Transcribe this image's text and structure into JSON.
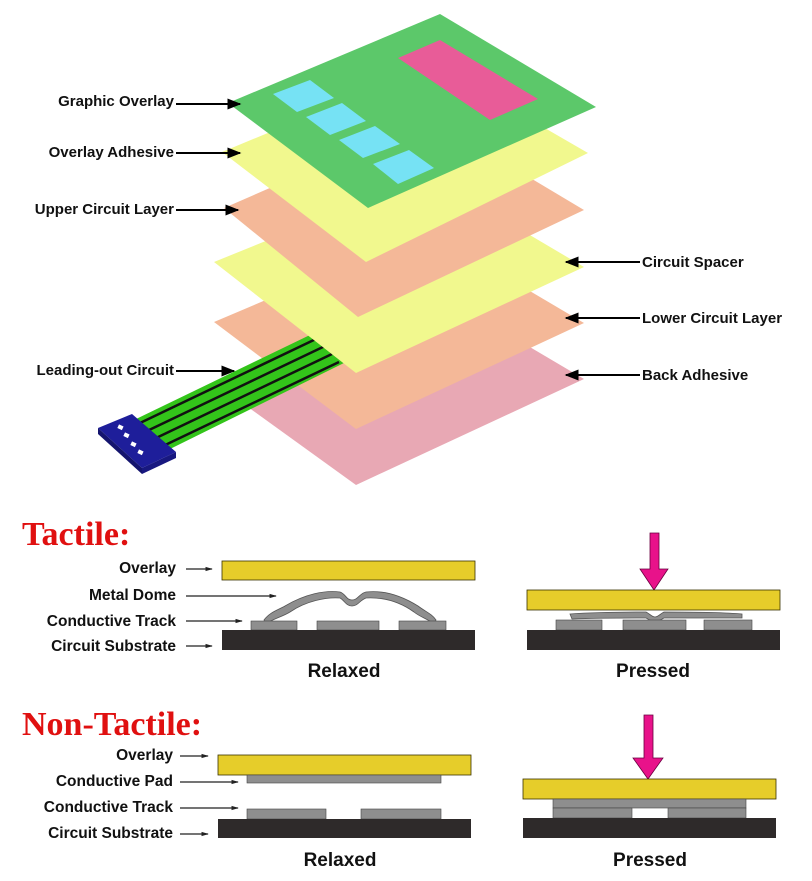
{
  "top_diagram": {
    "title": "Membrane switch layer stack",
    "left_labels": [
      {
        "id": "graphic-overlay",
        "text": "Graphic Overlay"
      },
      {
        "id": "overlay-adhesive",
        "text": "Overlay Adhesive"
      },
      {
        "id": "upper-circuit-layer",
        "text": "Upper Circuit Layer"
      },
      {
        "id": "leading-out-circuit",
        "text": "Leading-out Circuit"
      }
    ],
    "right_labels": [
      {
        "id": "circuit-spacer",
        "text": "Circuit Spacer"
      },
      {
        "id": "lower-circuit-layer",
        "text": "Lower Circuit Layer"
      },
      {
        "id": "back-adhesive",
        "text": "Back Adhesive"
      }
    ],
    "layer_colors": {
      "graphic_overlay": "#5cc86a",
      "overlay_adhesive": "#f1f88e",
      "upper_circuit": "#f4b898",
      "circuit_spacer": "#f1f88e",
      "lower_circuit": "#f4b898",
      "back_adhesive": "#e8a8b4",
      "keys": "#76e2f4",
      "display": "#e85c98",
      "tail": "#33c41a",
      "connector": "#1e1e9a"
    }
  },
  "tactile": {
    "heading": "Tactile:",
    "labels": [
      "Overlay",
      "Metal Dome",
      "Conductive Track",
      "Circuit Substrate"
    ],
    "relaxed_caption": "Relaxed",
    "pressed_caption": "Pressed"
  },
  "non_tactile": {
    "heading": "Non-Tactile:",
    "labels": [
      "Overlay",
      "Conductive Pad",
      "Conductive Track",
      "Circuit Substrate"
    ],
    "relaxed_caption": "Relaxed",
    "pressed_caption": "Pressed"
  },
  "colors": {
    "heading_red": "#e01010",
    "overlay_yellow": "#e6cd2a",
    "track_gray": "#8e8e8e",
    "substrate_dark": "#2e2a2a",
    "press_arrow": "#e8128a"
  }
}
